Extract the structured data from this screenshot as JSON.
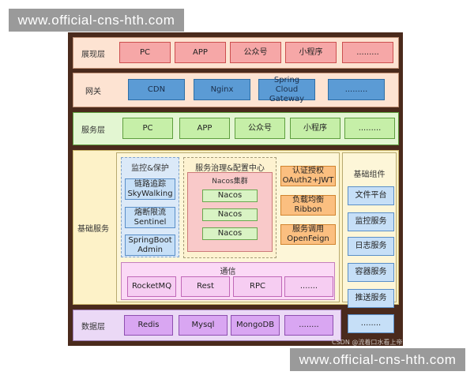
{
  "watermark_top": "www.official-cns-hth.com",
  "watermark_bottom": "www.official-cns-hth.com",
  "footnote": "CSDN @流着口水看上帝",
  "rows": {
    "presentation": {
      "label": "展现层",
      "items": [
        "PC",
        "APP",
        "公众号",
        "小程序",
        "........."
      ]
    },
    "gateway": {
      "label": "网关",
      "items": [
        "CDN",
        "Nginx",
        "Spring Cloud Gateway",
        "........."
      ]
    },
    "service": {
      "label": "服务层",
      "items": [
        "PC",
        "APP",
        "公众号",
        "小程序",
        "........."
      ]
    },
    "base": {
      "label": "基础服务",
      "monitor": {
        "title": "监控&保护",
        "items": [
          "链路追踪 SkyWalking",
          "熔断限流 Sentinel",
          "SpringBoot Admin"
        ]
      },
      "governance": {
        "title": "服务治理&配置中心",
        "cluster_title": "Nacos集群",
        "nodes": [
          "Nacos",
          "Nacos",
          "Nacos"
        ]
      },
      "auth": [
        "认证授权 OAuth2+JWT",
        "负载均衡 Ribbon",
        "服务调用 OpenFeign"
      ],
      "comm": {
        "title": "通信",
        "items": [
          "RocketMQ",
          "Rest",
          "RPC",
          "......."
        ]
      },
      "components": {
        "title": "基础组件",
        "items": [
          "文件平台",
          "监控服务",
          "日志服务",
          "容器服务",
          "推送服务",
          "........"
        ]
      }
    },
    "data": {
      "label": "数据层",
      "items": [
        "Redis",
        "Mysql",
        "MongoDB",
        "........"
      ]
    }
  }
}
